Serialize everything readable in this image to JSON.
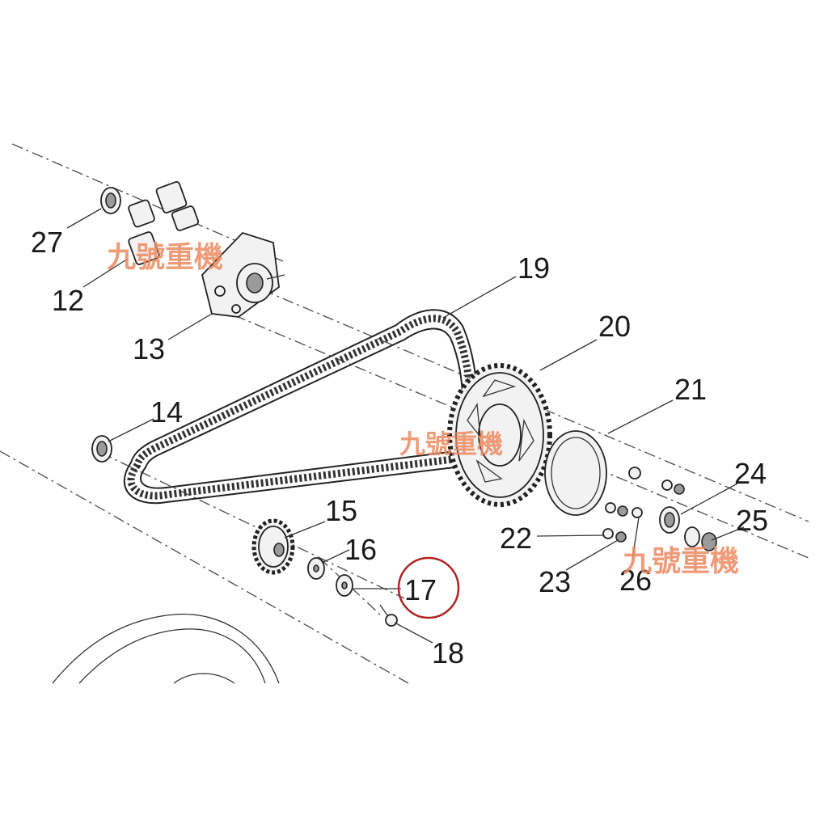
{
  "diagram": {
    "callouts": [
      "27",
      "12",
      "13",
      "19",
      "20",
      "21",
      "14",
      "24",
      "25",
      "15",
      "16",
      "22",
      "17",
      "23",
      "26",
      "18"
    ],
    "highlight": {
      "part": "17",
      "color": "#b22222"
    },
    "watermark": {
      "text": "九號重機",
      "color": "#ec8a60"
    }
  }
}
